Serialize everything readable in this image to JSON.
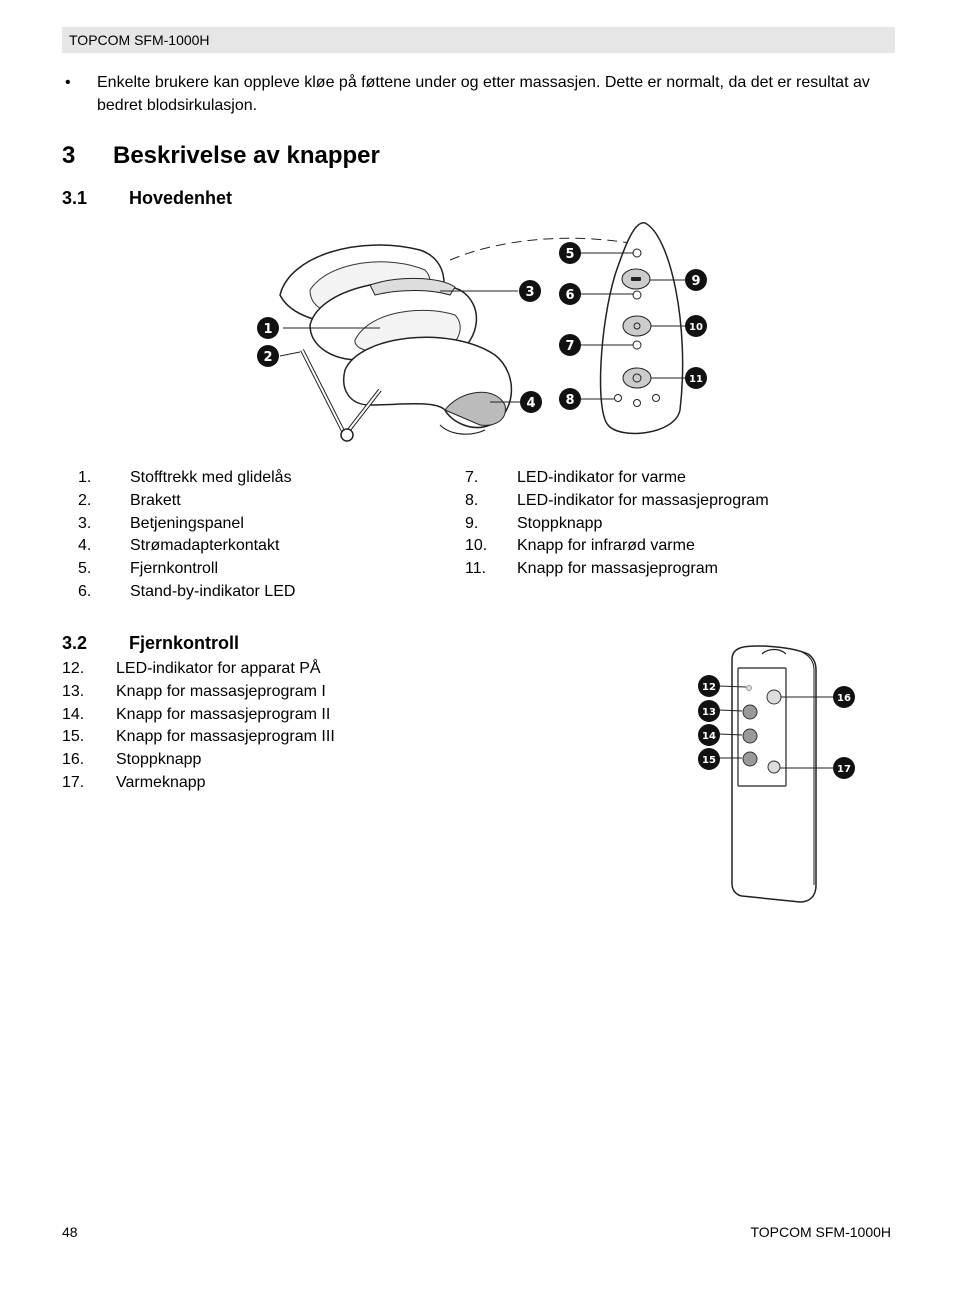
{
  "header": {
    "title": "TOPCOM SFM-1000H"
  },
  "intro": {
    "bullet": "•",
    "text": "Enkelte brukere kan oppleve kløe på føttene under og etter massasjen. Dette er normalt, da det er resultat av bedret blodsirkulasjon."
  },
  "section": {
    "number": "3",
    "title": "Beskrivelse av knapper"
  },
  "main_unit": {
    "number": "3.1",
    "title": "Hovedenhet",
    "callouts": [
      "1",
      "2",
      "3",
      "4",
      "5",
      "6",
      "7",
      "8",
      "9",
      "10",
      "11"
    ],
    "left_list": [
      {
        "num": "1.",
        "text": "Stofftrekk med glidelås"
      },
      {
        "num": "2.",
        "text": "Brakett"
      },
      {
        "num": "3.",
        "text": "Betjeningspanel"
      },
      {
        "num": "4.",
        "text": "Strømadapterkontakt"
      },
      {
        "num": "5.",
        "text": "Fjernkontroll"
      },
      {
        "num": "6.",
        "text": "Stand-by-indikator LED"
      }
    ],
    "right_list": [
      {
        "num": "7.",
        "text": "LED-indikator for varme"
      },
      {
        "num": "8.",
        "text": "LED-indikator for massasjeprogram"
      },
      {
        "num": "9.",
        "text": "Stoppknapp"
      },
      {
        "num": "10.",
        "text": "Knapp for infrarød varme"
      },
      {
        "num": "11.",
        "text": "Knapp for massasjeprogram"
      }
    ]
  },
  "remote": {
    "number": "3.2",
    "title": "Fjernkontroll",
    "callouts": [
      "12",
      "13",
      "14",
      "15",
      "16",
      "17"
    ],
    "list": [
      {
        "num": "12.",
        "text": "LED-indikator for apparat PÅ"
      },
      {
        "num": "13.",
        "text": "Knapp for massasjeprogram I"
      },
      {
        "num": "14.",
        "text": "Knapp for massasjeprogram II"
      },
      {
        "num": "15.",
        "text": "Knapp for massasjeprogram III"
      },
      {
        "num": "16.",
        "text": "Stoppknapp"
      },
      {
        "num": "17.",
        "text": "Varmeknapp"
      }
    ]
  },
  "footer": {
    "page_number": "48",
    "title": "TOPCOM SFM-1000H"
  }
}
